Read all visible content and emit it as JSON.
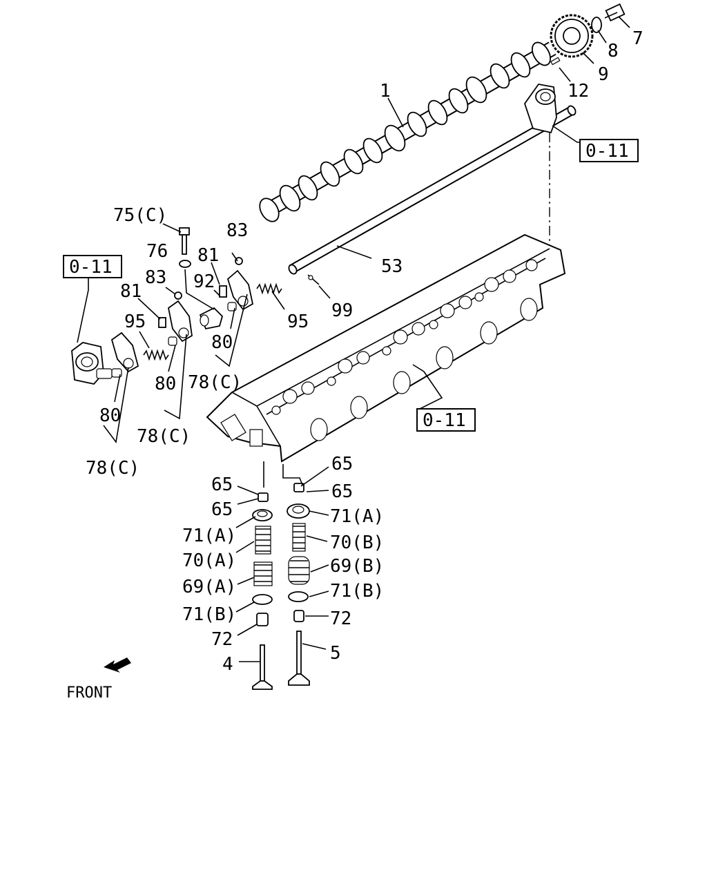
{
  "labels": {
    "p1": "1",
    "p4": "4",
    "p5": "5",
    "p7": "7",
    "p8": "8",
    "p9": "9",
    "p12": "12",
    "p53": "53",
    "p75c": "75(C)",
    "p76": "76",
    "p81a": "81",
    "p81b": "81",
    "p83a": "83",
    "p83b": "83",
    "p92": "92",
    "p95a": "95",
    "p95b": "95",
    "p99": "99",
    "p80a": "80",
    "p80b": "80",
    "p80c": "80",
    "p78ca": "78(C)",
    "p78cb": "78(C)",
    "p78cc": "78(C)",
    "p65a": "65",
    "p65b": "65",
    "p65c": "65",
    "p65d": "65",
    "p71a_l": "71(A)",
    "p71a_r": "71(A)",
    "p70a": "70(A)",
    "p70b": "70(B)",
    "p69a": "69(A)",
    "p69b": "69(B)",
    "p71b_l": "71(B)",
    "p71b_r": "71(B)",
    "p72l": "72",
    "p72r": "72"
  },
  "refs": {
    "r1": "0-11",
    "r2": "0-11",
    "r3": "0-11"
  },
  "front_label": "FRONT"
}
